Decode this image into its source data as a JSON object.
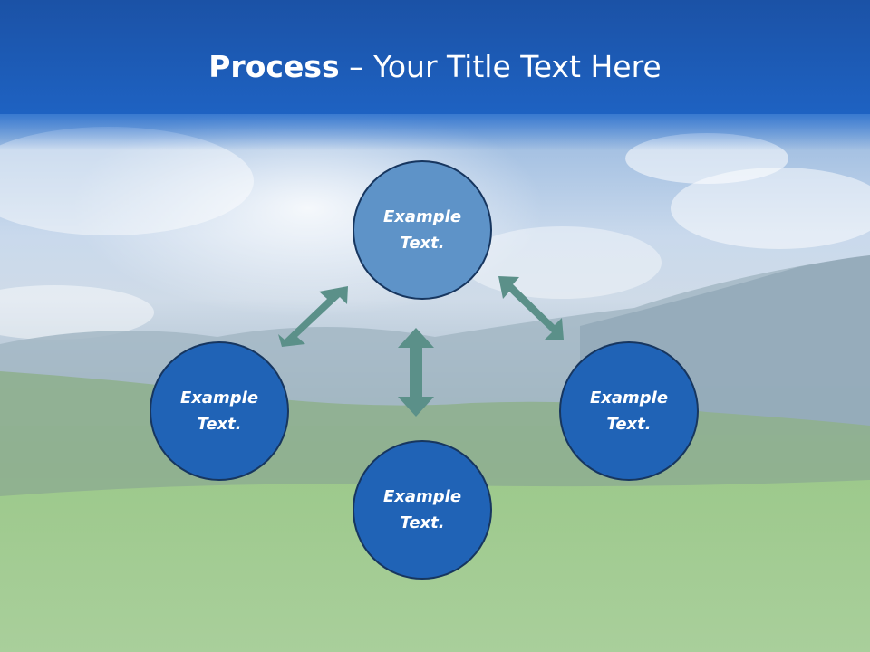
{
  "slide": {
    "title_bold": "Process",
    "title_rest": " – Your Title Text Here"
  },
  "diagram": {
    "nodes": [
      {
        "id": "top",
        "line1": "Example",
        "line2": "Text."
      },
      {
        "id": "left",
        "line1": "Example",
        "line2": "Text."
      },
      {
        "id": "right",
        "line1": "Example",
        "line2": "Text."
      },
      {
        "id": "bottom",
        "line1": "Example",
        "line2": "Text."
      }
    ],
    "colors": {
      "top_node": "#5e93c8",
      "other_nodes": "#2063b6",
      "node_border": "#17365f",
      "arrows": "#5b9089",
      "title_band": "#1e62c2"
    },
    "connectors": [
      {
        "from": "left",
        "to": "top",
        "style": "double-arrow"
      },
      {
        "from": "top",
        "to": "right",
        "style": "double-arrow"
      },
      {
        "from": "top",
        "to": "bottom",
        "style": "double-arrow"
      }
    ]
  }
}
